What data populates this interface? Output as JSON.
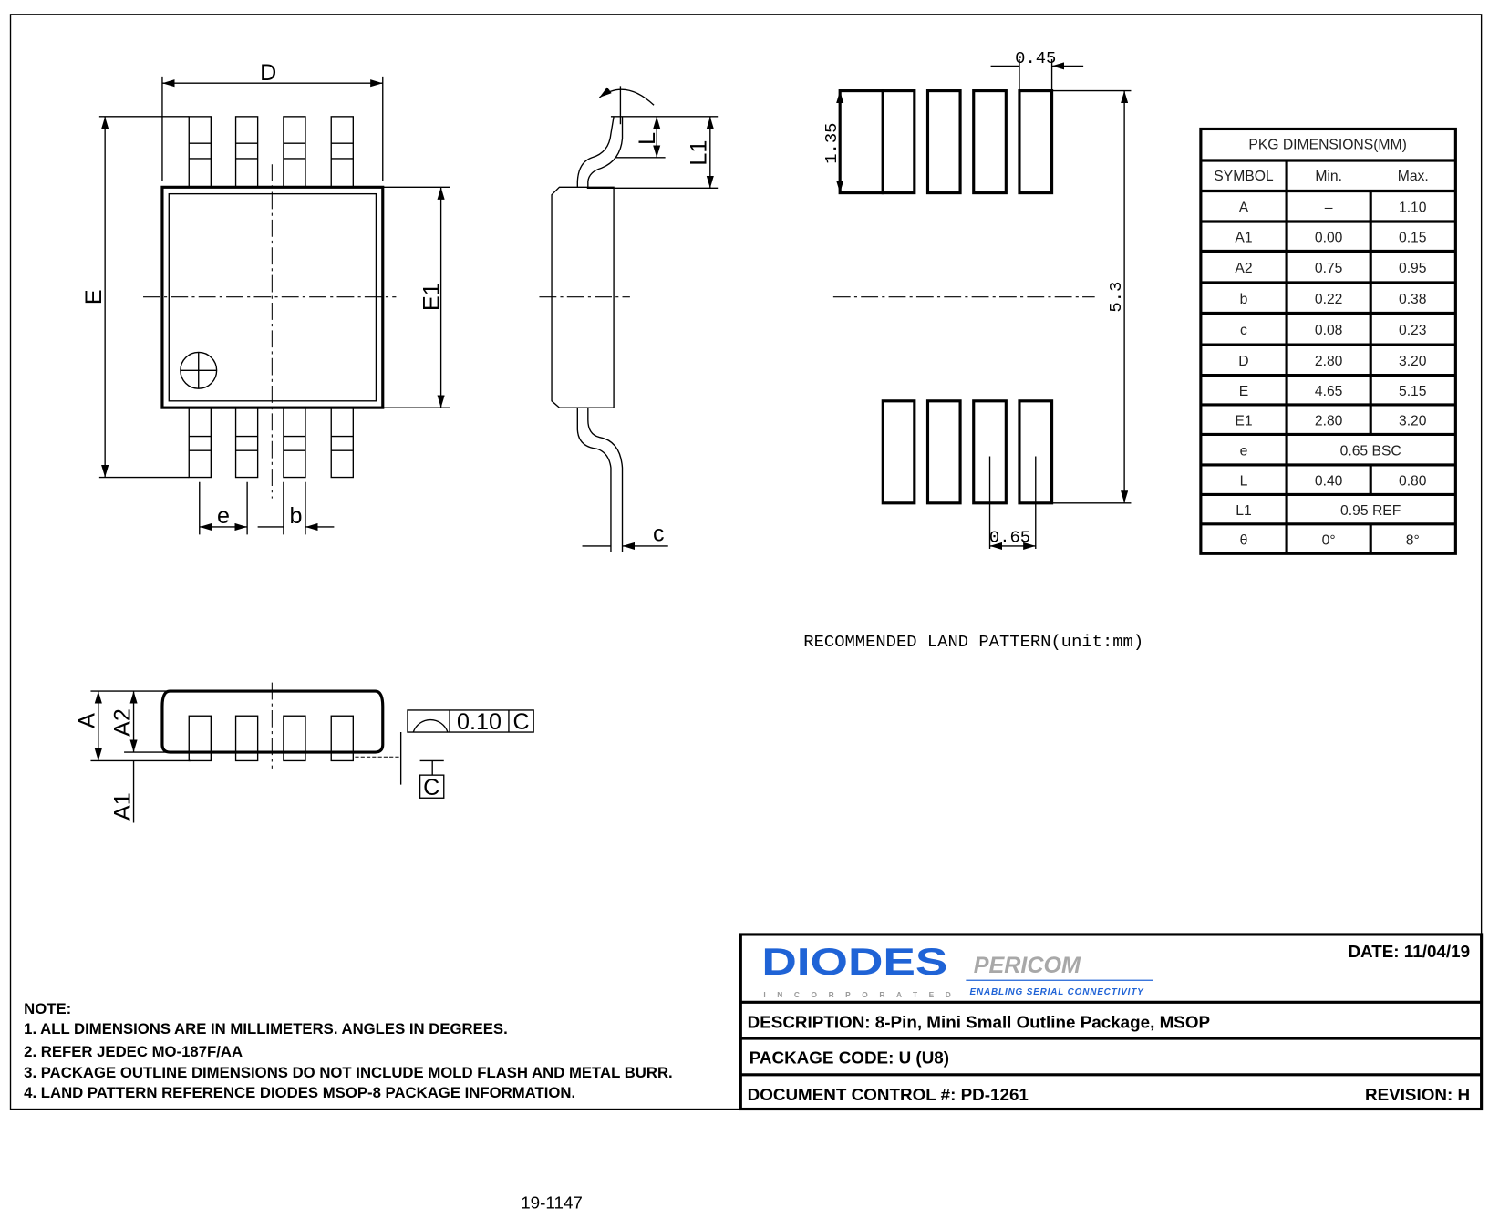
{
  "top_view": {
    "label_D": "D",
    "label_E": "E",
    "label_E1": "E1",
    "label_e": "e",
    "label_b": "b"
  },
  "side_view": {
    "label_L": "L",
    "label_L1": "L1",
    "label_c": "c"
  },
  "front_view": {
    "label_A": "A",
    "label_A2": "A2",
    "label_A1": "A1",
    "flatness_value": "0.10",
    "flatness_datum": "C",
    "datum_label": "C"
  },
  "land_pattern": {
    "dim_045": "0.45",
    "dim_135": "1.35",
    "dim_53": "5.3",
    "dim_065": "0.65",
    "caption": "RECOMMENDED LAND PATTERN(unit:mm)"
  },
  "table": {
    "title": "PKG DIMENSIONS(MM)",
    "headers": [
      "SYMBOL",
      "Min.",
      "Max."
    ],
    "rows": [
      {
        "sym": "A",
        "min": "–",
        "max": "1.10"
      },
      {
        "sym": "A1",
        "min": "0.00",
        "max": "0.15"
      },
      {
        "sym": "A2",
        "min": "0.75",
        "max": "0.95"
      },
      {
        "sym": "b",
        "min": "0.22",
        "max": "0.38"
      },
      {
        "sym": "c",
        "min": "0.08",
        "max": "0.23"
      },
      {
        "sym": "D",
        "min": "2.80",
        "max": "3.20"
      },
      {
        "sym": "E",
        "min": "4.65",
        "max": "5.15"
      },
      {
        "sym": "E1",
        "min": "2.80",
        "max": "3.20"
      },
      {
        "sym": "e",
        "span": "0.65 BSC"
      },
      {
        "sym": "L",
        "min": "0.40",
        "max": "0.80"
      },
      {
        "sym": "L1",
        "span": "0.95 REF"
      },
      {
        "sym": "θ",
        "min": "0°",
        "max": "8°"
      }
    ]
  },
  "notes": {
    "heading": "NOTE:",
    "items": [
      "1. ALL DIMENSIONS ARE IN MILLIMETERS. ANGLES IN DEGREES.",
      "2. REFER JEDEC MO-187F/AA",
      "3. PACKAGE OUTLINE DIMENSIONS DO NOT INCLUDE MOLD FLASH AND METAL BURR.",
      "4. LAND PATTERN REFERENCE DIODES MSOP-8 PACKAGE INFORMATION."
    ]
  },
  "title_block": {
    "logo_text": "DIODES",
    "logo_sub": "INCORPORATED",
    "pericom": "PERICOM",
    "pericom_tagline": "ENABLING SERIAL CONNECTIVITY",
    "date": "DATE: 11/04/19",
    "description": "DESCRIPTION: 8-Pin, Mini Small Outline Package, MSOP",
    "package_code": "PACKAGE CODE:  U  (U8)",
    "document_control": "DOCUMENT CONTROL #: PD-1261",
    "revision": "REVISION: H"
  },
  "page_number": "19-1147",
  "colors": {
    "diodes_blue": "#1f63d6",
    "pericom_grey": "#a8a8a8"
  }
}
